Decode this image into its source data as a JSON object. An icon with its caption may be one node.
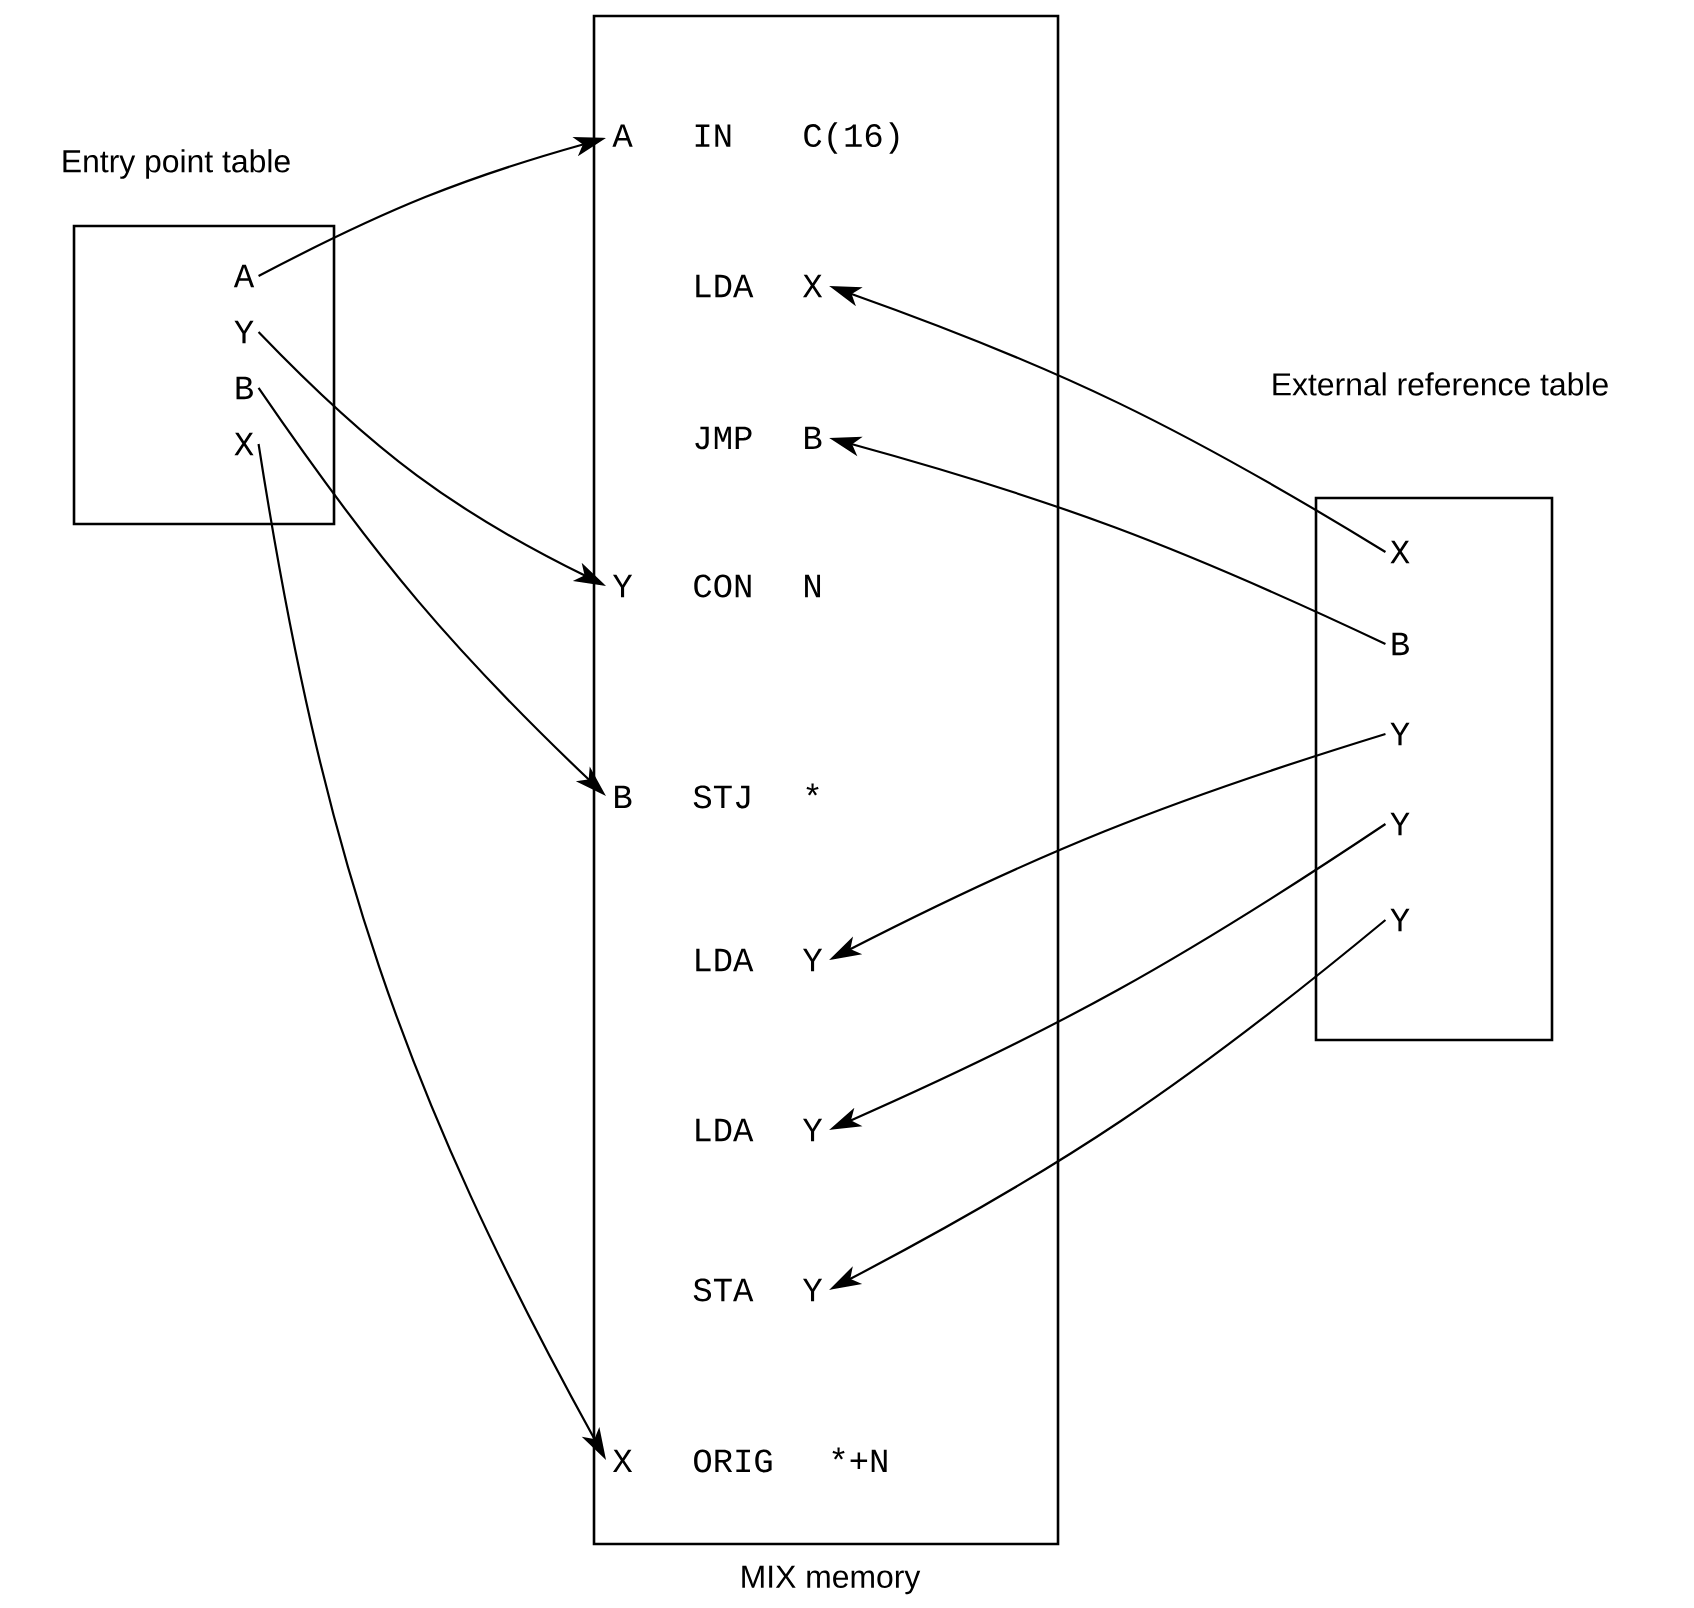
{
  "diagram": {
    "nodes": [
      {
        "text": [
          "Entry point table"
        ]
      },
      {
        "text": [
          "A"
        ],
        "in": 0
      },
      {
        "text": [
          "Y"
        ],
        "in": 0
      },
      {
        "text": [
          "B"
        ],
        "in": 0
      },
      {
        "text": [
          "X"
        ],
        "in": 0
      },
      {
        "text": [
          "MIX memory"
        ]
      },
      {
        "text": [
          "A",
          "IN",
          "C(16)"
        ],
        "in": 5
      },
      {
        "text": [
          "LDA",
          "X"
        ],
        "in": 5
      },
      {
        "text": [
          "JMP",
          "B"
        ],
        "in": 5
      },
      {
        "text": [
          "Y",
          "CON",
          "N"
        ],
        "in": 5
      },
      {
        "text": [
          "B",
          "STJ",
          "*"
        ],
        "in": 5
      },
      {
        "text": [
          "LDA",
          "Y"
        ],
        "in": 5
      },
      {
        "text": [
          "LDA",
          "Y"
        ],
        "in": 5
      },
      {
        "text": [
          "STA",
          "Y"
        ],
        "in": 5
      },
      {
        "text": [
          "X",
          "ORIG",
          "*+N"
        ],
        "in": 5
      },
      {
        "text": [
          "External reference table"
        ]
      },
      {
        "text": [
          "X"
        ],
        "in": 15
      },
      {
        "text": [
          "B"
        ],
        "in": 15
      },
      {
        "text": [
          "Y"
        ],
        "in": 15
      },
      {
        "text": [
          "Y"
        ],
        "in": 15
      },
      {
        "text": [
          "Y"
        ],
        "in": 15
      }
    ],
    "edges": [
      {
        "from": 1,
        "to": 6,
        "arrow": "to"
      },
      {
        "from": 2,
        "to": 9,
        "arrow": "to"
      },
      {
        "from": 3,
        "to": 10,
        "arrow": "to"
      },
      {
        "from": 4,
        "to": 14,
        "arrow": "to"
      },
      {
        "from": 16,
        "to": 7,
        "arrow": "to"
      },
      {
        "from": 17,
        "to": 8,
        "arrow": "to"
      },
      {
        "from": 18,
        "to": 11,
        "arrow": "to"
      },
      {
        "from": 19,
        "to": 12,
        "arrow": "to"
      },
      {
        "from": 20,
        "to": 13,
        "arrow": "to"
      }
    ]
  }
}
